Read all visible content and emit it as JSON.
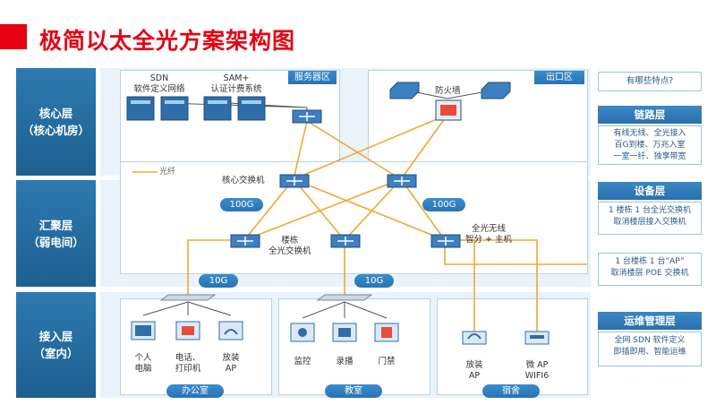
{
  "title": "极简以太全光方案架构图",
  "layers": {
    "core": [
      "核心层",
      "（核心机房）"
    ],
    "aggregation": [
      "汇聚层",
      "（弱电间）"
    ],
    "access": [
      "接入层",
      "（室内）"
    ]
  },
  "zones": {
    "server_area": "服务器区",
    "exit_area": "出口区",
    "office": "办公室",
    "classroom": "教室",
    "dorm": "宿舍"
  },
  "nodes": {
    "sdn": [
      "SDN",
      "软件定义网络"
    ],
    "sam": [
      "SAM+",
      "认证计费系统"
    ],
    "firewall": "防火墙",
    "core_switch": "核心交换机",
    "building_switch": [
      "楼栋",
      "全光交换机"
    ],
    "wireless": [
      "全光无线",
      "智分 + 主机"
    ],
    "pc": [
      "个人",
      "电脑"
    ],
    "phone_printer": [
      "电话、",
      "打印机"
    ],
    "office_ap": [
      "放装",
      "AP"
    ],
    "monitor": "监控",
    "record": "录播",
    "door": "门禁",
    "dorm_ap": [
      "放装",
      "AP"
    ],
    "micro_ap": [
      "微 AP",
      "WIFI6"
    ]
  },
  "links": {
    "core_left": "100G",
    "core_right": "100G",
    "agg": "10G",
    "access": "10G"
  },
  "legend": {
    "fiber": "光纤"
  },
  "callouts": {
    "question": "有哪些特点?",
    "link_layer": {
      "title": "链路层",
      "lines": [
        "有线无线、全光接入",
        "百G到楼、万兆入室",
        "一室一纤、独享带宽"
      ]
    },
    "device_layer": {
      "title": "设备层",
      "lines_a": [
        "1 楼栋 1 台全光交换机",
        "取消楼层接入交换机"
      ],
      "lines_b": [
        "1 台楼栋 1 台“AP”",
        "取消楼层 POE 交换机"
      ]
    },
    "ops_layer": {
      "title": "运维管理层",
      "lines": [
        "全网 SDN 软件定义",
        "即插即用、智能运维"
      ]
    }
  },
  "colors": {
    "title_red": "#e60012",
    "layer_blue": "#1d5f90",
    "fiber_orange": "#f0a830",
    "band_bg": "#eaf3fa",
    "callout_blue": "#2a6fae"
  }
}
